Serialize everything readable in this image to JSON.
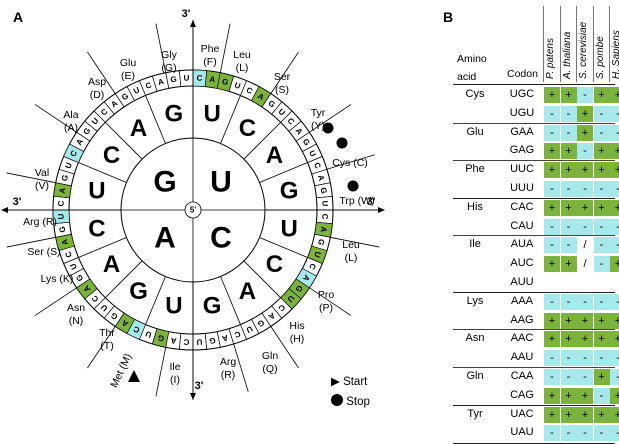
{
  "panel_a": {
    "label": "A",
    "center": "5'",
    "ends": {
      "top": "3'",
      "bottom": "3'",
      "left": "3'",
      "right": "3'"
    },
    "inner_bases": [
      "G",
      "U",
      "A",
      "C"
    ],
    "middle_quadrants": [
      [
        "C",
        "A",
        "G",
        "U"
      ],
      [
        "C",
        "A",
        "G",
        "U"
      ],
      [
        "U",
        "G",
        "A",
        "C"
      ],
      [
        "U",
        "G",
        "A",
        "C"
      ]
    ],
    "ring_sequence": "CAGUCAGUCAGUCAGUCAGUCAGUCAGUCAGUCAGUCAGUCAGUCAGUCAGUCAGUCAGUCAGU",
    "ring_highlight": {
      "cyan": [
        0,
        21,
        36,
        47,
        52
      ],
      "green": [
        1,
        2,
        5,
        17,
        19,
        22,
        23,
        34,
        37,
        41,
        45,
        49
      ]
    },
    "amino_acids": [
      "Phe\n(F)",
      "Leu\n(L)",
      "Ser\n(S)",
      "Tyr\n(Y)",
      "Cys (C)",
      "Trp (W)",
      "Leu\n(L)",
      "Pro\n(P)",
      "His\n(H)",
      "Gln\n(Q)",
      "Arg\n(R)",
      "Ile\n(I)",
      "Met (M)",
      "Thr\n(T)",
      "Asn\n(N)",
      "Lys (K)",
      "Ser (S)",
      "Arg (R)",
      "Val\n(V)",
      "Ala\n(A)",
      "Asp\n(D)",
      "Glu\n(E)",
      "Gly\n(G)"
    ],
    "legend": {
      "start": "Start",
      "stop": "Stop"
    }
  },
  "panel_b": {
    "label": "B",
    "col_aa": "Amino\nacid",
    "col_codon": "Codon",
    "species": [
      "P. patens",
      "A. thaliana",
      "S. cerevisiae",
      "S. pombe",
      "H. Sapiens"
    ],
    "rows": [
      {
        "aa": "Cys",
        "codon": "UGC",
        "v": [
          "+",
          "+",
          "-",
          "+",
          "+"
        ],
        "c": [
          "g",
          "g",
          "c",
          "g",
          "g"
        ]
      },
      {
        "aa": "",
        "codon": "UGU",
        "v": [
          "-",
          "-",
          "+",
          "-",
          "-"
        ],
        "c": [
          "c",
          "c",
          "g",
          "c",
          "c"
        ]
      },
      {
        "aa": "Glu",
        "codon": "GAA",
        "v": [
          "-",
          "-",
          "+",
          "-",
          "-"
        ],
        "c": [
          "c",
          "c",
          "g",
          "c",
          "c"
        ]
      },
      {
        "aa": "",
        "codon": "GAG",
        "v": [
          "+",
          "+",
          "-",
          "+",
          "+"
        ],
        "c": [
          "g",
          "g",
          "c",
          "g",
          "g"
        ]
      },
      {
        "aa": "Phe",
        "codon": "UUC",
        "v": [
          "+",
          "+",
          "+",
          "+",
          "+"
        ],
        "c": [
          "g",
          "g",
          "g",
          "g",
          "g"
        ]
      },
      {
        "aa": "",
        "codon": "UUU",
        "v": [
          "-",
          "-",
          "-",
          "-",
          "-"
        ],
        "c": [
          "c",
          "c",
          "c",
          "c",
          "c"
        ]
      },
      {
        "aa": "His",
        "codon": "CAC",
        "v": [
          "+",
          "+",
          "+",
          "+",
          "+"
        ],
        "c": [
          "g",
          "g",
          "g",
          "g",
          "g"
        ]
      },
      {
        "aa": "",
        "codon": "CAU",
        "v": [
          "-",
          "-",
          "-",
          "-",
          "-"
        ],
        "c": [
          "c",
          "c",
          "c",
          "c",
          "c"
        ]
      },
      {
        "aa": "Ile",
        "codon": "AUA",
        "v": [
          "-",
          "-",
          "/",
          "-",
          "-"
        ],
        "c": [
          "c",
          "c",
          "w",
          "c",
          "c"
        ]
      },
      {
        "aa": "",
        "codon": "AUC",
        "v": [
          "+",
          "+",
          "/",
          "-",
          "+"
        ],
        "c": [
          "g",
          "g",
          "w",
          "c",
          "g"
        ]
      },
      {
        "aa": "",
        "codon": "AUU",
        "v": [
          "",
          "",
          "",
          "",
          ""
        ],
        "c": [
          "w",
          "w",
          "w",
          "w",
          "w"
        ]
      },
      {
        "aa": "Lys",
        "codon": "AAA",
        "v": [
          "-",
          "-",
          "-",
          "-",
          "-"
        ],
        "c": [
          "c",
          "c",
          "c",
          "c",
          "c"
        ]
      },
      {
        "aa": "",
        "codon": "AAG",
        "v": [
          "+",
          "+",
          "+",
          "+",
          "+"
        ],
        "c": [
          "g",
          "g",
          "g",
          "g",
          "g"
        ]
      },
      {
        "aa": "Asn",
        "codon": "AAC",
        "v": [
          "+",
          "+",
          "+",
          "+",
          "+"
        ],
        "c": [
          "g",
          "g",
          "g",
          "g",
          "g"
        ]
      },
      {
        "aa": "",
        "codon": "AAU",
        "v": [
          "-",
          "-",
          "-",
          "-",
          "-"
        ],
        "c": [
          "c",
          "c",
          "c",
          "c",
          "c"
        ]
      },
      {
        "aa": "Gln",
        "codon": "CAA",
        "v": [
          "-",
          "-",
          "-",
          "+",
          "-"
        ],
        "c": [
          "c",
          "c",
          "c",
          "g",
          "c"
        ]
      },
      {
        "aa": "",
        "codon": "CAG",
        "v": [
          "+",
          "+",
          "+",
          "-",
          "+"
        ],
        "c": [
          "g",
          "g",
          "g",
          "c",
          "g"
        ]
      },
      {
        "aa": "Tyr",
        "codon": "UAC",
        "v": [
          "+",
          "+",
          "+",
          "+",
          "+"
        ],
        "c": [
          "g",
          "g",
          "g",
          "g",
          "g"
        ]
      },
      {
        "aa": "",
        "codon": "UAU",
        "v": [
          "-",
          "-",
          "-",
          "-",
          "-"
        ],
        "c": [
          "c",
          "c",
          "c",
          "c",
          "c"
        ]
      }
    ],
    "colors": {
      "g": "#7bb33c",
      "c": "#a7e8eb",
      "w": "#ffffff"
    }
  }
}
